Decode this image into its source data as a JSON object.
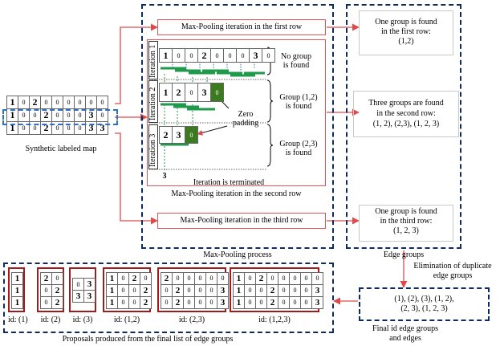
{
  "maps": {
    "synthetic": [
      [
        "1",
        "0",
        "2",
        "0",
        "0",
        "0",
        "0",
        "0",
        "0"
      ],
      [
        "1",
        "0",
        "0",
        "2",
        "0",
        "0",
        "0",
        "3",
        "0"
      ],
      [
        "1",
        "0",
        "0",
        "2",
        "0",
        "0",
        "0",
        "3",
        "3"
      ]
    ],
    "iter_row": [
      "1",
      "0",
      "0",
      "2",
      "0",
      "0",
      "0",
      "3",
      "0"
    ],
    "iter2_cells": [
      "1",
      "2",
      "0",
      "3",
      "0"
    ],
    "iter3_cells": [
      "2",
      "3",
      "0"
    ],
    "iter_final": "3"
  },
  "labels": {
    "synthetic_caption": "Synthetic labeled map",
    "maxpool_process": "Max-Pooling process",
    "first_row_title": "Max-Pooling iteration in the first row",
    "second_row_title": "Max-Pooling iteration in the second row",
    "third_row_title": "Max-Pooling iteration in the third row",
    "iteration1": "Iteration 1",
    "iteration2": "Iteration 2",
    "iteration3": "Iteration 3",
    "no_group_1": "No group",
    "no_group_2": "is found",
    "group12_1": "Group (1,2)",
    "group12_2": "is found",
    "group23_1": "Group (2,3)",
    "group23_2": "is found",
    "zero_padding_1": "Zero",
    "zero_padding_2": "padding",
    "terminated": "Iteration is terminated",
    "edge_groups": "Edge groups",
    "res1_l1": "One group is found",
    "res1_l2": "in the first row:",
    "res1_l3": "(1,2)",
    "res2_l1": "Three groups are found",
    "res2_l2": "in the second row:",
    "res2_l3": "(1, 2),  (2,3),  (1, 2, 3)",
    "res3_l1": "One group is found",
    "res3_l2": "in the third row:",
    "res3_l3": "(1, 2, 3)",
    "elim_l1": "Elimination of duplicate",
    "elim_l2": "edge groups",
    "final_l1": "(1), (2), (3), (1, 2),",
    "final_l2": "(2, 3), (1, 2, 3)",
    "final_cap1": "Final id edge groups",
    "final_cap2": "and edges",
    "proposals_caption": "Proposals produced from the final list of edge groups"
  },
  "proposals": [
    {
      "id": "id: (1)",
      "grid": [
        [
          "1"
        ],
        [
          "1"
        ],
        [
          "1"
        ]
      ]
    },
    {
      "id": "id: (2)",
      "grid": [
        [
          "2",
          "0"
        ],
        [
          "0",
          "2"
        ],
        [
          "0",
          "2"
        ]
      ]
    },
    {
      "id": "id: (3)",
      "grid": [
        [
          "0",
          "3"
        ],
        [
          "3",
          "3"
        ]
      ]
    },
    {
      "id": "id: (1,2)",
      "grid": [
        [
          "1",
          "0",
          "2",
          "0"
        ],
        [
          "1",
          "0",
          "0",
          "2"
        ],
        [
          "1",
          "0",
          "0",
          "2"
        ]
      ]
    },
    {
      "id": "id: (2,3)",
      "grid": [
        [
          "2",
          "0",
          "0",
          "0",
          "0",
          "0"
        ],
        [
          "0",
          "2",
          "0",
          "0",
          "0",
          "3"
        ],
        [
          "0",
          "2",
          "0",
          "0",
          "0",
          "3"
        ]
      ]
    },
    {
      "id": "id: (1,2,3)",
      "grid": [
        [
          "1",
          "0",
          "2",
          "0",
          "0",
          "0",
          "0",
          "0"
        ],
        [
          "1",
          "0",
          "0",
          "2",
          "0",
          "0",
          "0",
          "3"
        ],
        [
          "1",
          "0",
          "0",
          "2",
          "0",
          "0",
          "0",
          "3"
        ]
      ]
    }
  ],
  "colors": {
    "navy": "#0f2a5e",
    "dash_blue": "#2f6fc4",
    "red_arrow": "#e04a4a",
    "dark_red": "#a21a1a",
    "green": "#1f9a4a",
    "dark_green": "#3b7a1f"
  }
}
